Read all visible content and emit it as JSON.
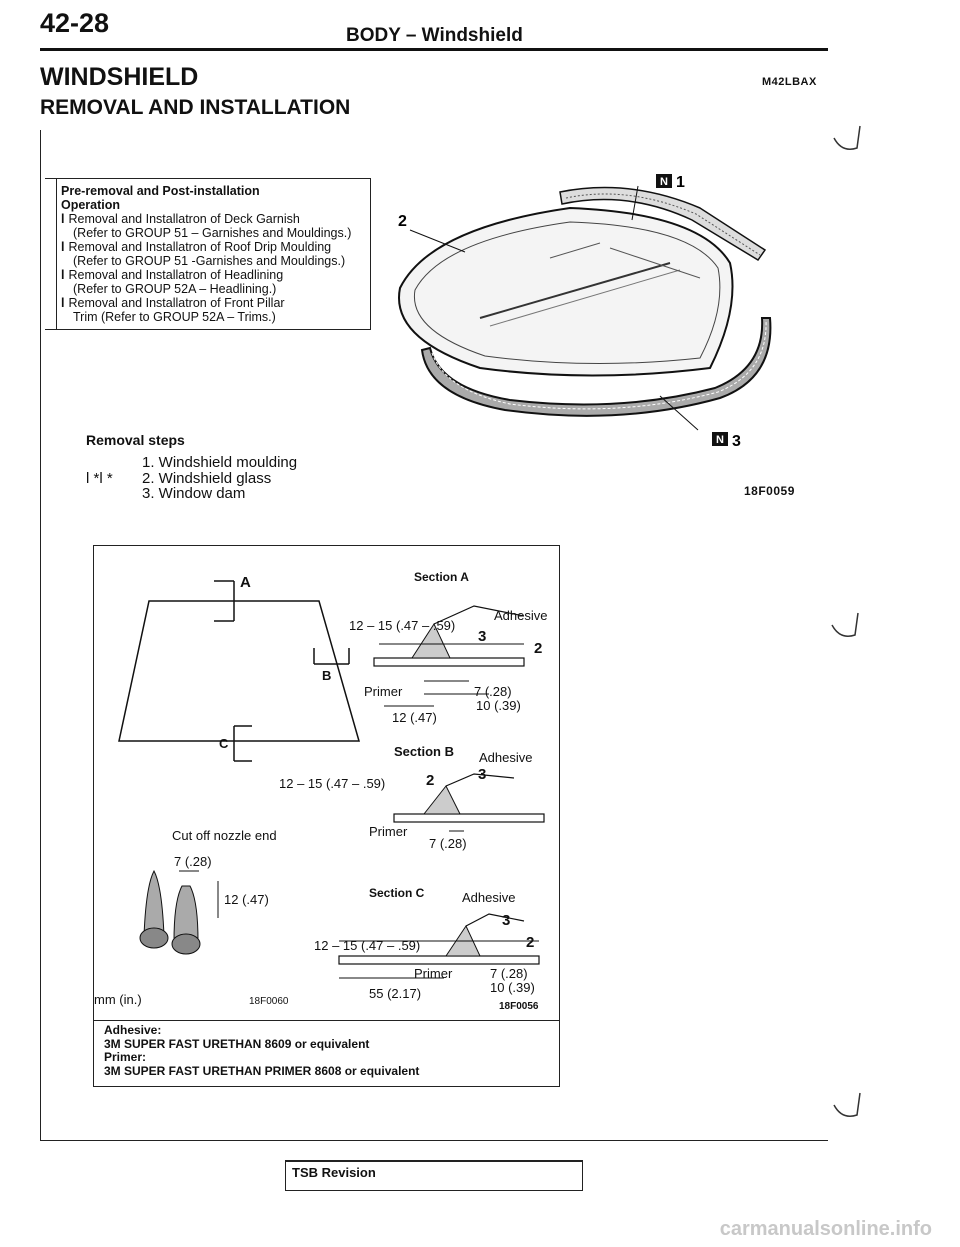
{
  "header": {
    "page_number": "42-28",
    "running_head": "BODY – Windshield",
    "section_title": "WINDSHIELD",
    "doc_code": "M42LBAX",
    "subsection_title": "REMOVAL AND INSTALLATION"
  },
  "prepost": {
    "title_line1": "Pre-removal and Post-installation",
    "title_line2": "Operation",
    "bullet": "l",
    "items": [
      {
        "text": "Removal and Installatron of Deck Garnish",
        "ref": "(Refer to GROUP 51 – Garnishes and Mouldings.)"
      },
      {
        "text": "Removal and Installatron of Roof Drip Moulding",
        "ref": "(Refer to GROUP 51 -Garnishes and Mouldings.)"
      },
      {
        "text": "Removal and Installatron of Headlining",
        "ref": "(Refer to GROUP 52A – Headlining.)"
      },
      {
        "text": "Removal and Installatron of Front Pillar",
        "ref": "Trim (Refer to GROUP 52A – Trims.)"
      }
    ]
  },
  "removal": {
    "title": "Removal steps",
    "steps": [
      {
        "mark": "",
        "text": "1. Windshield moulding"
      },
      {
        "mark": "l *l *",
        "text": "2. Windshield glass"
      },
      {
        "mark": "",
        "text": "3. Window dam"
      }
    ]
  },
  "figure1": {
    "code": "18F0059",
    "callouts": {
      "part1": "1",
      "part2": "2",
      "part3": "3",
      "badge": "N"
    }
  },
  "sections_figure": {
    "nozzle_caption": "Cut off nozzle end",
    "units_label": "mm (in.)",
    "code_left": "18F0060",
    "code_right": "18F0056",
    "outline_labels": {
      "a": "A",
      "b": "B",
      "c": "C"
    },
    "nozzle_dims": {
      "width": "7 (.28)",
      "length": "12 (.47)"
    },
    "section_a": {
      "title": "Section A",
      "adhesive": "Adhesive",
      "range": "12 – 15 (.47 – .59)",
      "primer": "Primer",
      "dim1": "7 (.28)",
      "dim2": "10 (.39)",
      "dim3": "12 (.47)",
      "n3": "3",
      "n2": "2"
    },
    "section_b": {
      "title": "Section B",
      "adhesive": "Adhesive",
      "range": "12 – 15 (.47 – .59)",
      "primer": "Primer",
      "dim1": "7 (.28)",
      "n3": "3",
      "n2": "2"
    },
    "section_c": {
      "title": "Section C",
      "adhesive": "Adhesive",
      "range": "12 – 15 (.47 – .59)",
      "primer": "Primer",
      "dim1": "7 (.28)",
      "dim2": "10 (.39)",
      "dim3": "55 (2.17)",
      "n3": "3",
      "n2": "2"
    }
  },
  "notes": {
    "adhesive_label": "Adhesive:",
    "adhesive_text": "3M SUPER FAST URETHAN 8609 or equivalent",
    "primer_label": "Primer:",
    "primer_text": "3M SUPER FAST URETHAN PRIMER 8608 or equivalent"
  },
  "footer": {
    "tsb_label": "TSB Revision"
  },
  "watermark": "carmanualsonline.info"
}
